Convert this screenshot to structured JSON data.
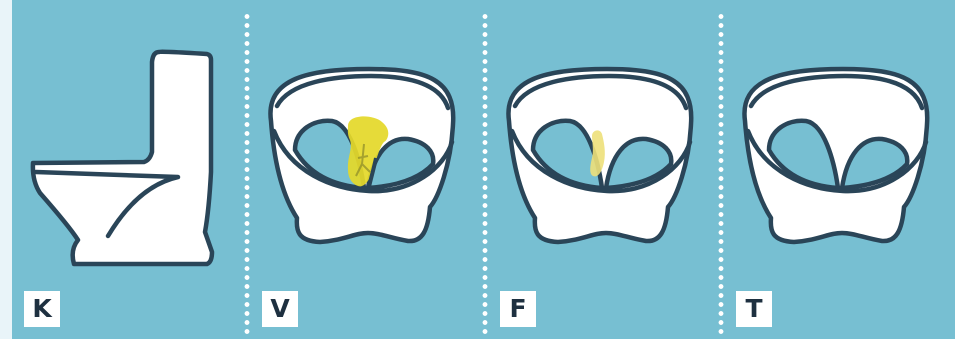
{
  "panels": [
    {
      "label": "K",
      "icon": "toilet-side-view",
      "stain": "none"
    },
    {
      "label": "V",
      "icon": "toilet-bowl-top-view",
      "stain": "large-yellow-stain"
    },
    {
      "label": "F",
      "icon": "toilet-bowl-top-view",
      "stain": "faint-yellow-streak"
    },
    {
      "label": "T",
      "icon": "toilet-bowl-top-view",
      "stain": "none"
    }
  ],
  "colors": {
    "panel_background": "#77bfd2",
    "page_background": "#e9f4f9",
    "outline": "#2a4558",
    "porcelain": "#ffffff",
    "stain_strong": "#e4d82a",
    "stain_faint": "#ede07a",
    "label_text": "#1e3040"
  }
}
